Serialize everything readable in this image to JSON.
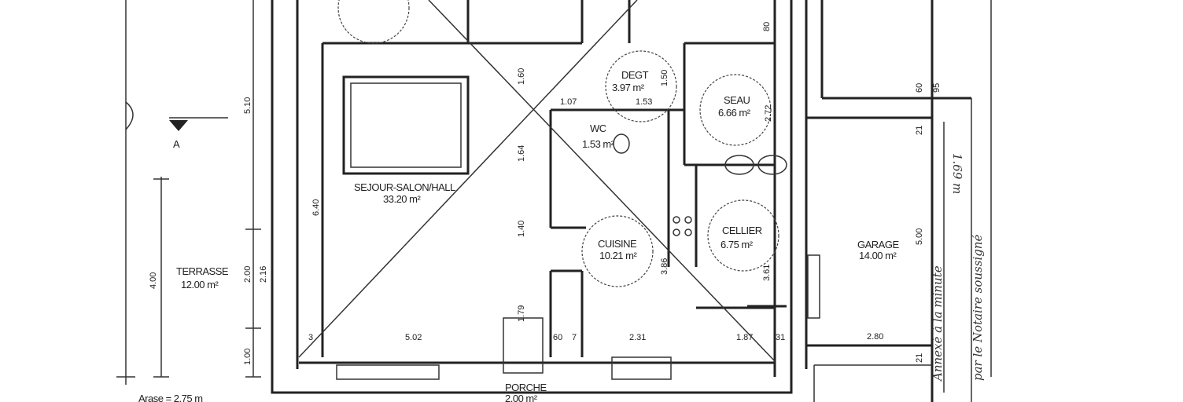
{
  "rooms": {
    "sejour": {
      "name": "SEJOUR-SALON/HALL",
      "area": "33.20 m²"
    },
    "degt": {
      "name": "DEGT",
      "area": "3.97 m²"
    },
    "seau": {
      "name": "SEAU",
      "area": "6.66 m²"
    },
    "wc": {
      "name": "WC",
      "area": "1.53 m²"
    },
    "cuisine": {
      "name": "CUISINE",
      "area": "10.21 m²"
    },
    "cellier": {
      "name": "CELLIER",
      "area": "6.75 m²"
    },
    "garage": {
      "name": "GARAGE",
      "area": "14.00 m²"
    },
    "terrasse": {
      "name": "TERRASSE",
      "area": "12.00 m²"
    },
    "porche": {
      "name": "PORCHE",
      "area": "2.00 m²"
    }
  },
  "dimensions": {
    "d510": "5.10",
    "d640": "6.40",
    "d400": "4.00",
    "d200": "2.00",
    "d216": "2.16",
    "d100": "1.00",
    "d502": "5.02",
    "d160": "1.60",
    "d164": "1.64",
    "d140": "1.40",
    "d179": "1.79",
    "d60": "60",
    "d7": "7",
    "d231": "2.31",
    "d187": "1.87",
    "d31": "31",
    "d107": "1.07",
    "d153": "1.53",
    "d150": "1.50",
    "d272": "2.72",
    "d386": "3.86",
    "d361": "3.61",
    "d500": "5.00",
    "d280": "2.80",
    "d80": "80",
    "d95": "95",
    "d21": "21",
    "d3": "3"
  },
  "annotations": {
    "section_marker": "A",
    "arase": "Arase = 2.75 m",
    "handwritten_1": "Annexé à la minute",
    "handwritten_2": "1.69 m",
    "handwritten_3": "par le Notaire soussigné"
  }
}
